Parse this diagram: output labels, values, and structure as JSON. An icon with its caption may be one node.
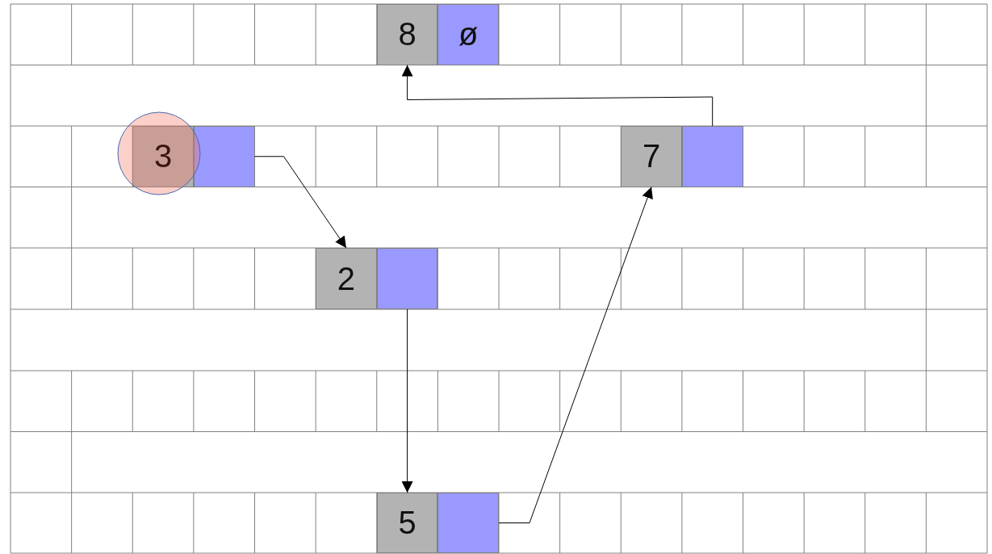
{
  "diagram": {
    "nodes": [
      {
        "text": [
          "8"
        ]
      },
      {
        "text": [
          "ø"
        ]
      },
      {
        "text": [
          "3"
        ]
      },
      {
        "text": [],
        "shape": "box"
      },
      {
        "text": [
          "7"
        ]
      },
      {
        "text": [],
        "shape": "box"
      },
      {
        "text": [
          "2"
        ]
      },
      {
        "text": [],
        "shape": "box"
      },
      {
        "text": [
          "5"
        ]
      },
      {
        "text": [],
        "shape": "box"
      }
    ],
    "edges": [
      {
        "from": 3,
        "to": 6,
        "arrow": "to"
      },
      {
        "from": 7,
        "to": 8,
        "arrow": "to"
      },
      {
        "from": 9,
        "to": 4,
        "arrow": "to"
      },
      {
        "from": 5,
        "to": 0,
        "arrow": "to"
      }
    ]
  }
}
